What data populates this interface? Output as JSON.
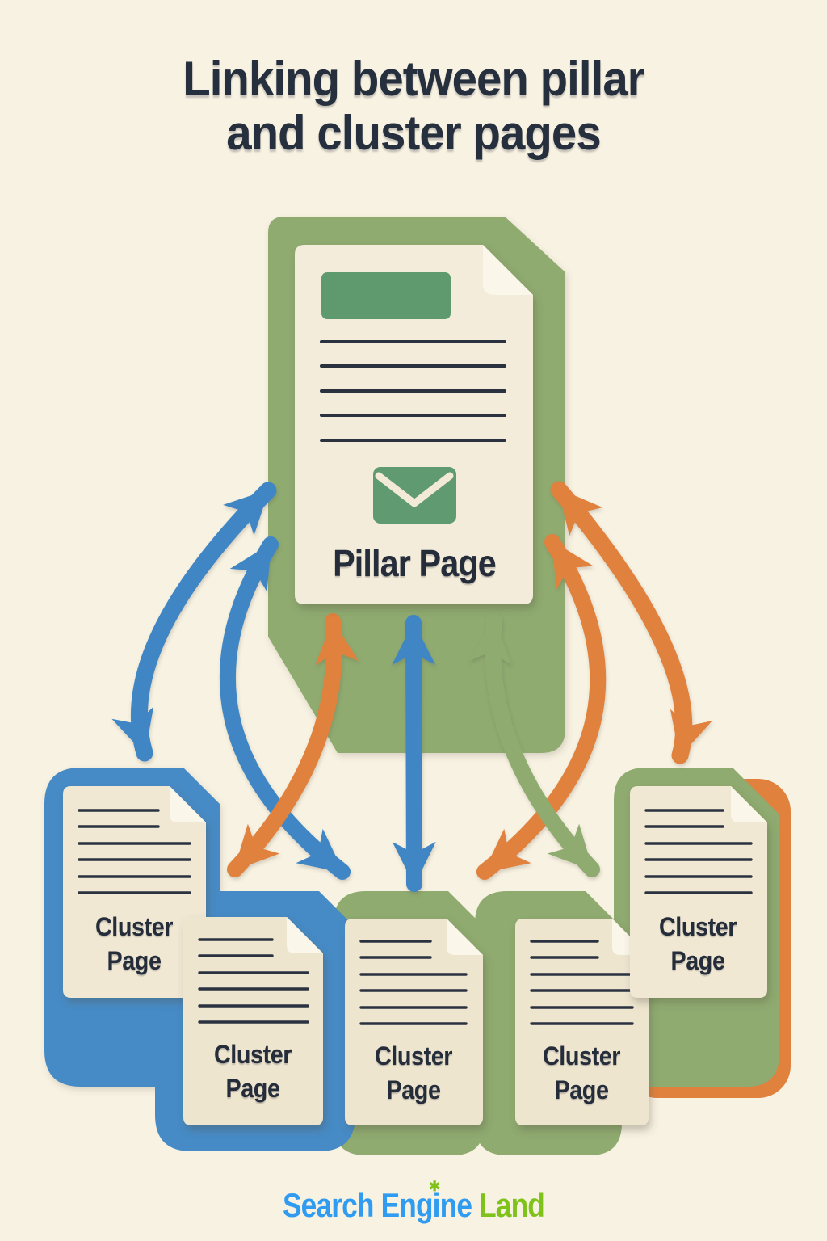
{
  "title": {
    "line1": "Linking between pillar",
    "line2": "and cluster pages"
  },
  "pillar": {
    "label": "Pillar Page",
    "icon": "envelope-icon",
    "text_lines": 5,
    "header_block": true
  },
  "clusters": [
    {
      "label": "Cluster Page",
      "backdrop": "blue",
      "text_lines": 6
    },
    {
      "label": "Cluster Page",
      "backdrop": "blue",
      "text_lines": 6
    },
    {
      "label": "Cluster Page",
      "backdrop": "green",
      "text_lines": 6
    },
    {
      "label": "Cluster Page",
      "backdrop": "green",
      "text_lines": 6
    },
    {
      "label": "Cluster Page",
      "backdrop": "green",
      "text_lines": 6
    }
  ],
  "arrows": [
    {
      "name": "pillar-cluster1-outer",
      "color": "blue",
      "direction": "bidirectional",
      "shape": "arc-left"
    },
    {
      "name": "pillar-clusters-inner-blue",
      "color": "blue",
      "direction": "bidirectional",
      "shape": "arc"
    },
    {
      "name": "pillar-clusters-inner-orange",
      "color": "orange",
      "direction": "bidirectional",
      "shape": "arc"
    },
    {
      "name": "pillar-cluster3-center",
      "color": "blue",
      "direction": "bidirectional",
      "shape": "straight"
    },
    {
      "name": "pillar-clusters-inner-green",
      "color": "green",
      "direction": "bidirectional",
      "shape": "arc"
    },
    {
      "name": "pillar-clusters-inner-orange-right",
      "color": "orange",
      "direction": "bidirectional",
      "shape": "arc"
    },
    {
      "name": "pillar-cluster5-outer",
      "color": "orange",
      "direction": "bidirectional",
      "shape": "arc-right"
    }
  ],
  "footer": {
    "brand_part1": "Search Engine",
    "brand_part2": " Land",
    "dot_icon": "starburst-icon",
    "dot_glyph": "✱"
  },
  "colors": {
    "background": "#f8f2e2",
    "title_text": "#262f3d",
    "doc_paper": "#f1e9d5",
    "doc_fold": "#fbf6ea",
    "doc_line": "#2b3340",
    "accent_blue": "#3f86c4",
    "accent_orange": "#e0813e",
    "accent_green": "#8fab70",
    "accent_green_dark": "#5f996e",
    "logo_blue": "#2f9bf1",
    "logo_green": "#7fc21a"
  }
}
